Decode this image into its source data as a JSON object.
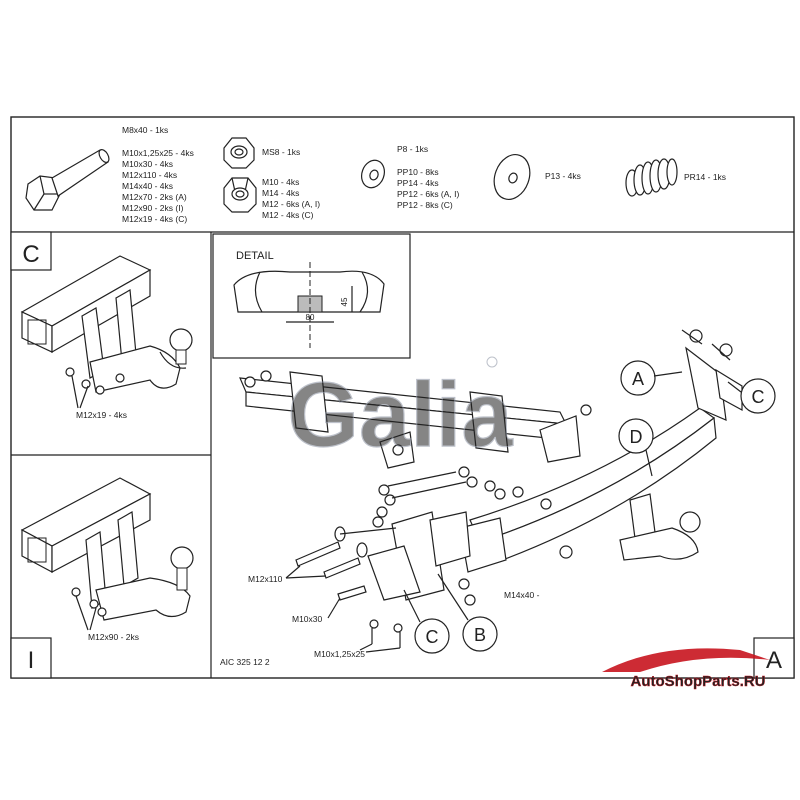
{
  "parts_list": {
    "bolt_lines": [
      "M8x40 - 1ks",
      "M10x1,25x25 - 4ks",
      "M10x30 - 4ks",
      "M12x110 - 4ks",
      "M14x40 - 4ks",
      "M12x70 - 2ks (A)",
      "M12x90 - 2ks (I)",
      "M12x19 - 4ks (C)"
    ],
    "nut_ms8": "MS8 - 1ks",
    "nut_lines": [
      "M10 - 4ks",
      "M14 - 4ks",
      "M12 - 6ks (A, I)",
      "M12 - 4ks (C)"
    ],
    "washer_p8": "P8 - 1ks",
    "washer_lines": [
      "PP10 - 8ks",
      "PP14 - 4ks",
      "PP12 - 6ks (A, I)",
      "PP12 - 8ks (C)"
    ],
    "washer_p13": "P13 - 4ks",
    "spring": "PR14 - 1ks"
  },
  "panel_c": {
    "letter": "C",
    "bolt_label": "M12x19 - 4ks"
  },
  "panel_i": {
    "letter": "I",
    "bolt_label": "M12x90 - 2ks"
  },
  "detail": {
    "title": "DETAIL",
    "dim_width": "80",
    "dim_height": "45"
  },
  "main": {
    "callouts": {
      "a_top": "A",
      "c_top": "C",
      "d": "D",
      "c_bottom": "C",
      "b_bottom": "B"
    },
    "labels": {
      "m12x110": "M12x110",
      "m10x30": "M10x30",
      "m10x1": "M10x1,25x25",
      "m14x40": "M14x40 -"
    },
    "code": "AIC 325 12 2",
    "corner_letter": "A"
  },
  "watermark_brand": "Galia",
  "shop_watermark": "AutoShopParts.RU",
  "colors": {
    "line": "#222222",
    "watermark": "#c8ccd4",
    "shop_red": "#c8141e",
    "shop_blue": "#1e4fa8"
  }
}
